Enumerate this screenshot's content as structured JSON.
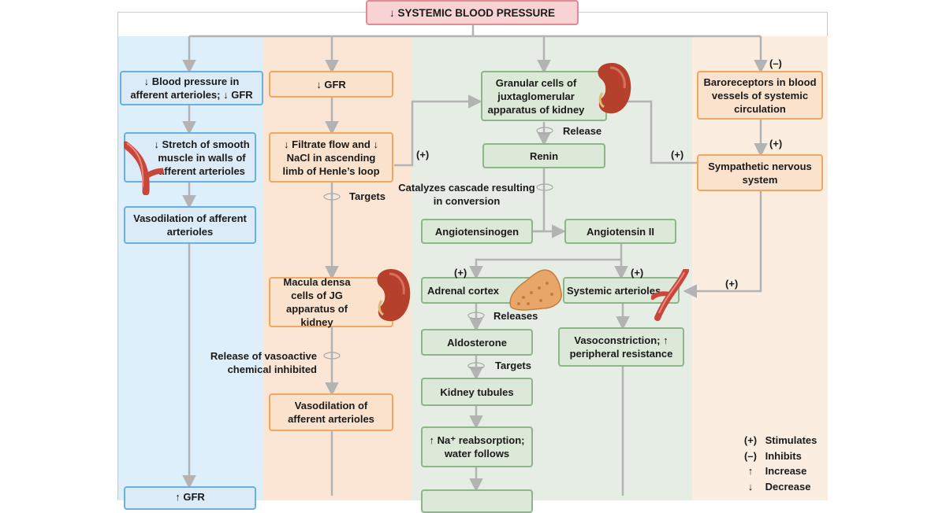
{
  "title": "↓ SYSTEMIC BLOOD PRESSURE",
  "blue": {
    "b1": "↓ Blood pressure in afferent arterioles; ↓ GFR",
    "b2": "↓ Stretch of smooth muscle in walls of afferent arterioles",
    "b3": "Vasodilation of afferent arterioles",
    "b4": "↑ GFR"
  },
  "peach": {
    "p1": "↓ GFR",
    "p2": "↓ Filtrate flow and ↓ NaCl in ascending limb of Henle’s loop",
    "p3": "Macula densa cells of JG apparatus of kidney",
    "p4": "Vasodilation of afferent arterioles",
    "targets": "Targets",
    "release_inhibited": "Release of vasoactive chemical inhibited"
  },
  "green": {
    "granular": "Granular cells of juxtaglomerular apparatus of kidney",
    "release": "Release",
    "renin": "Renin",
    "catalyzes": "Catalyzes cascade resulting in conversion",
    "angiotensinogen": "Angiotensinogen",
    "angiotensin2": "Angiotensin II",
    "adrenal": "Adrenal cortex",
    "releases": "Releases",
    "aldosterone": "Aldosterone",
    "targets": "Targets",
    "tubules": "Kidney tubules",
    "na": "↑ Na⁺ reabsorption; water follows",
    "systemic": "Systemic arterioles",
    "vasoconstriction": "Vasoconstriction; ↑ peripheral resistance"
  },
  "tan": {
    "baro": "Baroreceptors in blood vessels of systemic circulation",
    "symp": "Sympathetic nervous system"
  },
  "signs": {
    "plus": "(+)",
    "minus": "(–)"
  },
  "legend": [
    {
      "symbol": "(+)",
      "text": "Stimulates"
    },
    {
      "symbol": "(–)",
      "text": "Inhibits"
    },
    {
      "symbol": "↑",
      "text": "Increase"
    },
    {
      "symbol": "↓",
      "text": "Decrease"
    }
  ],
  "colors": {
    "blue_panel": "#ddeffa",
    "peach_panel": "#fbe6d6",
    "green_panel": "#e6ede4",
    "tan_panel": "#fbeee0",
    "arrow": "#b3b3b3",
    "kidney": "#b5402c",
    "artery": "#c9463a",
    "adrenal": "#e8a66a"
  }
}
